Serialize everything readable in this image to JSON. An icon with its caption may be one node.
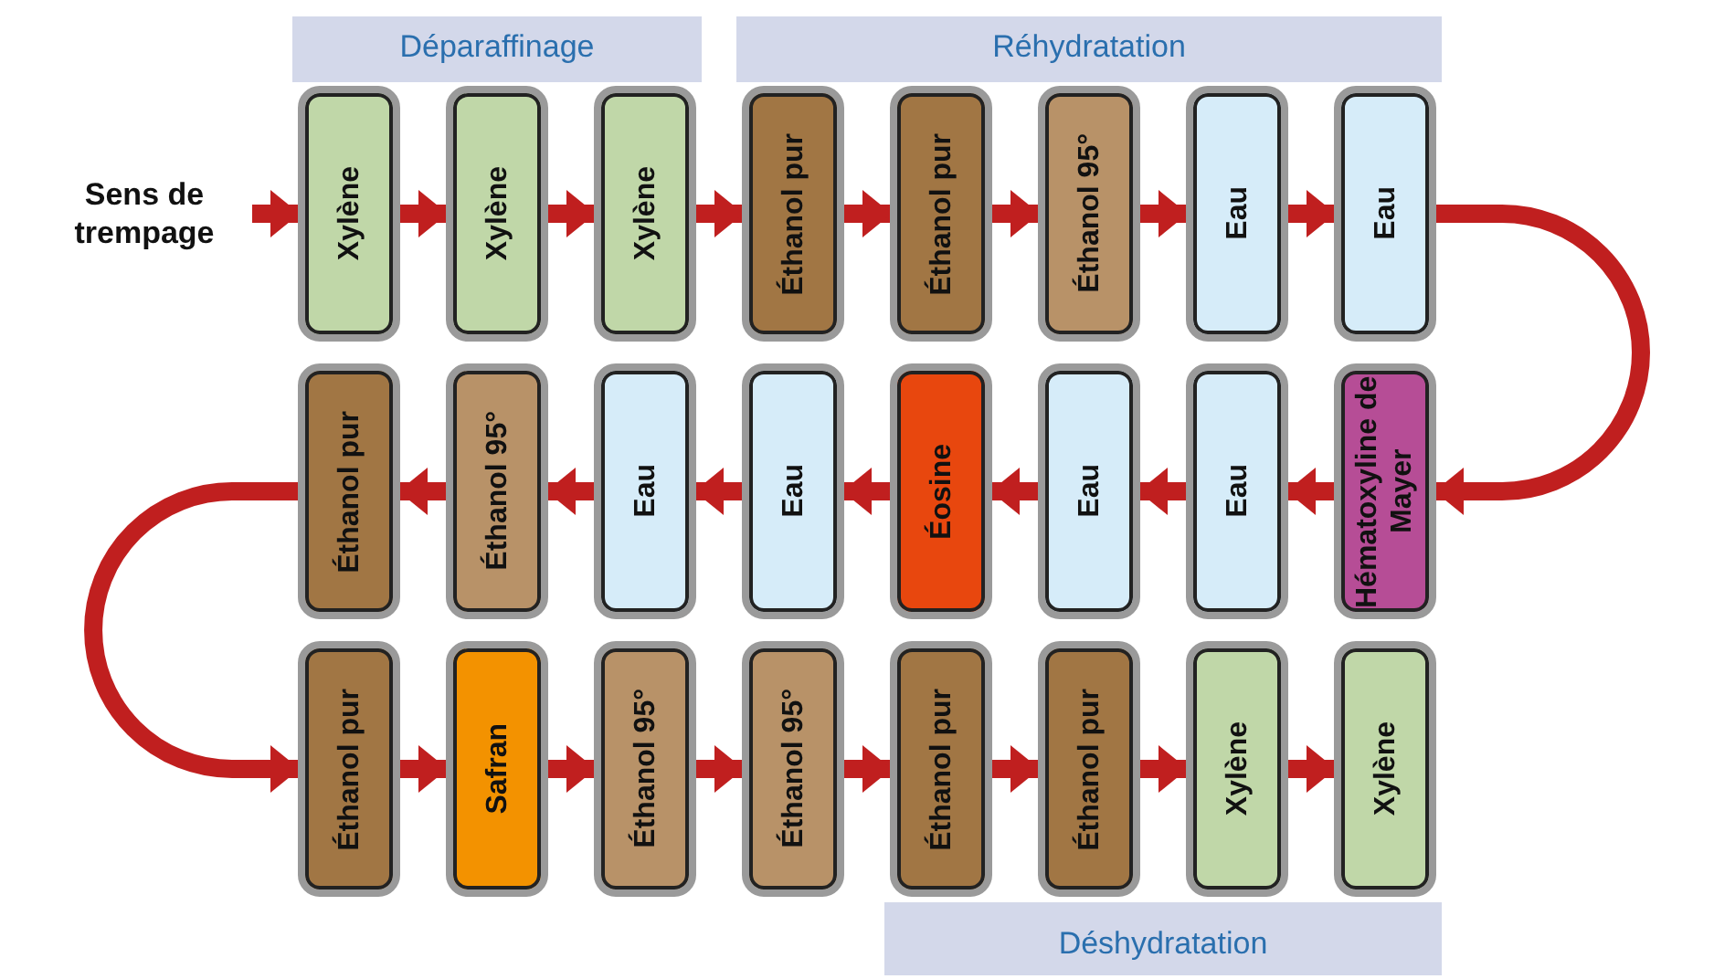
{
  "diagram": {
    "nodes": [
      {
        "text": [
          "Déparaffinage"
        ]
      },
      {
        "text": [
          "Réhydratation"
        ]
      },
      {
        "text": [
          "Sens de trempage"
        ]
      },
      {
        "text": [
          "Xylène"
        ]
      },
      {
        "text": [
          "Xylène"
        ]
      },
      {
        "text": [
          "Xylène"
        ]
      },
      {
        "text": [
          "Éthanol pur"
        ]
      },
      {
        "text": [
          "Éthanol pur"
        ]
      },
      {
        "text": [
          "Éthanol 95°"
        ]
      },
      {
        "text": [
          "Eau"
        ]
      },
      {
        "text": [
          "Eau"
        ]
      },
      {
        "text": [
          "Éthanol pur"
        ]
      },
      {
        "text": [
          "Éthanol 95°"
        ]
      },
      {
        "text": [
          "Eau"
        ]
      },
      {
        "text": [
          "Eau"
        ]
      },
      {
        "text": [
          "Éosine"
        ]
      },
      {
        "text": [
          "Eau"
        ]
      },
      {
        "text": [
          "Eau"
        ]
      },
      {
        "text": [
          "Hématoxyline de Mayer"
        ]
      },
      {
        "text": [
          "Déshydratation"
        ]
      },
      {
        "text": [
          "Éthanol pur"
        ]
      },
      {
        "text": [
          "Safran"
        ]
      },
      {
        "text": [
          "Éthanol 95°"
        ]
      },
      {
        "text": [
          "Éthanol 95°"
        ]
      },
      {
        "text": [
          "Éthanol pur"
        ]
      },
      {
        "text": [
          "Éthanol pur"
        ]
      },
      {
        "text": [
          "Xylène"
        ]
      },
      {
        "text": [
          "Xylène"
        ]
      }
    ],
    "edges": [
      {
        "from": 2,
        "to": 3,
        "arrow": "to"
      },
      {
        "from": 3,
        "to": 4,
        "arrow": "to"
      },
      {
        "from": 4,
        "to": 5,
        "arrow": "to"
      },
      {
        "from": 5,
        "to": 6,
        "arrow": "to"
      },
      {
        "from": 6,
        "to": 7,
        "arrow": "to"
      },
      {
        "from": 7,
        "to": 8,
        "arrow": "to"
      },
      {
        "from": 8,
        "to": 9,
        "arrow": "to"
      },
      {
        "from": 9,
        "to": 10,
        "arrow": "to"
      },
      {
        "from": 10,
        "to": 18,
        "arrow": "to"
      },
      {
        "from": 18,
        "to": 17,
        "arrow": "to"
      },
      {
        "from": 17,
        "to": 16,
        "arrow": "to"
      },
      {
        "from": 16,
        "to": 15,
        "arrow": "to"
      },
      {
        "from": 15,
        "to": 14,
        "arrow": "to"
      },
      {
        "from": 14,
        "to": 13,
        "arrow": "to"
      },
      {
        "from": 13,
        "to": 12,
        "arrow": "to"
      },
      {
        "from": 12,
        "to": 11,
        "arrow": "to"
      },
      {
        "from": 11,
        "to": 20,
        "arrow": "to"
      },
      {
        "from": 20,
        "to": 21,
        "arrow": "to"
      },
      {
        "from": 21,
        "to": 22,
        "arrow": "to"
      },
      {
        "from": 22,
        "to": 23,
        "arrow": "to"
      },
      {
        "from": 23,
        "to": 24,
        "arrow": "to"
      },
      {
        "from": 24,
        "to": 25,
        "arrow": "to"
      },
      {
        "from": 25,
        "to": 26,
        "arrow": "to"
      },
      {
        "from": 26,
        "to": 27,
        "arrow": "to"
      }
    ]
  }
}
